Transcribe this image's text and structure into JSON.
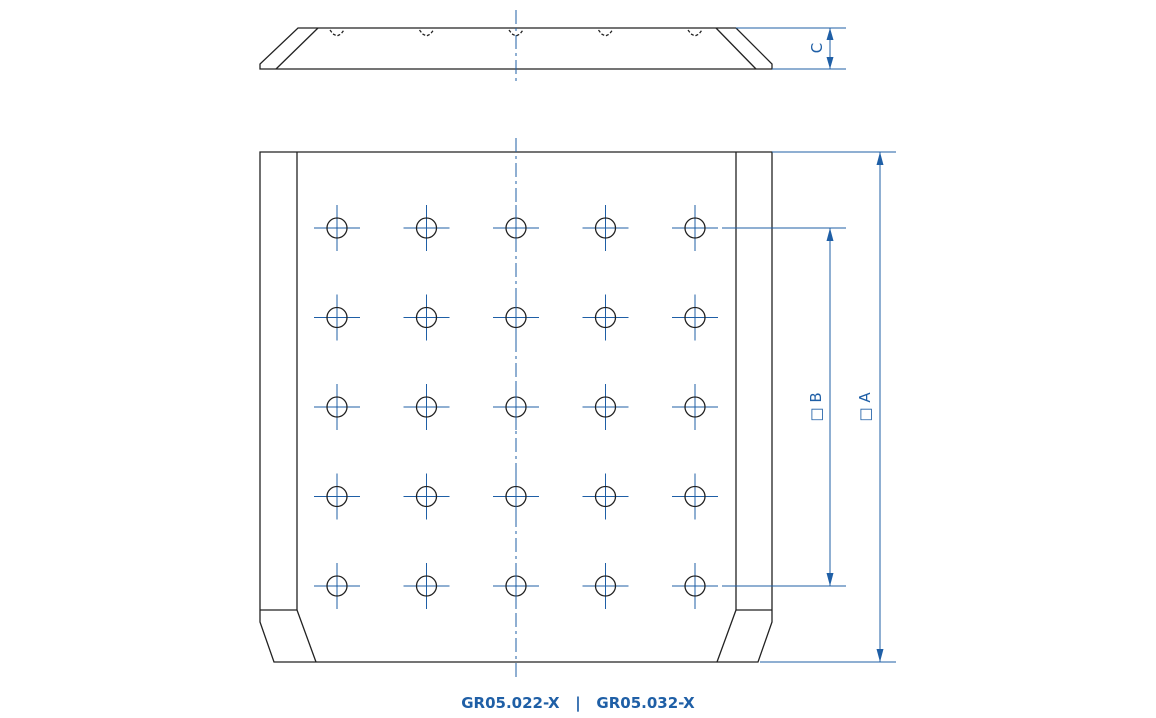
{
  "dimensions": {
    "a_label": "□ A",
    "b_label": "□ B",
    "c_label": "C"
  },
  "grid": {
    "rows": 5,
    "cols": 5
  },
  "caption": {
    "part1": "GR05.022-X",
    "separator": "|",
    "part2": "GR05.032-X"
  },
  "colors": {
    "dimension": "#1f5fa6",
    "outline": "#222222"
  }
}
